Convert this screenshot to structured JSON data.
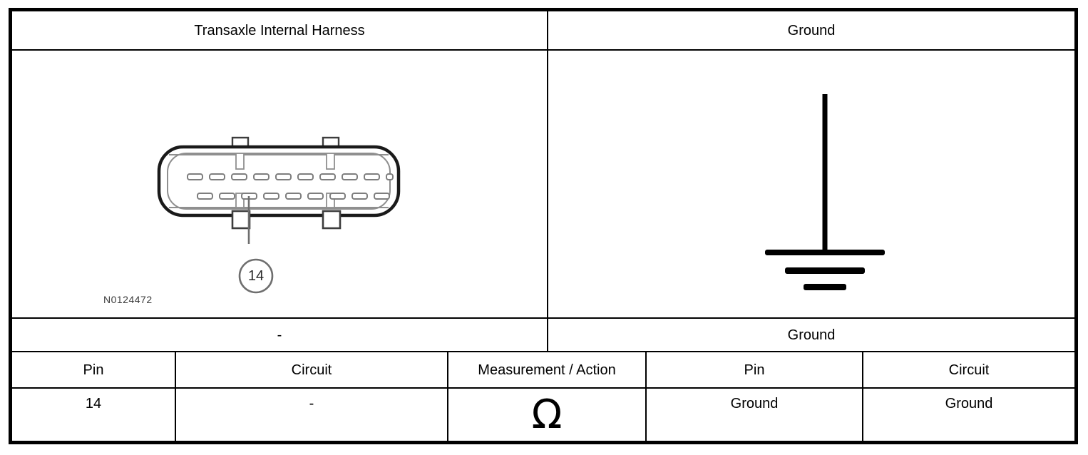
{
  "diagram": {
    "type": "wiring-continuity-test",
    "left_header": "Transaxle Internal Harness",
    "right_header": "Ground",
    "left_subheader": "-",
    "right_subheader": "Ground",
    "connector": {
      "part_number": "N0124472",
      "callout_pin": "14",
      "top_row_pin_count": 10,
      "bottom_row_pin_count": 9,
      "callout_target_index": 3
    },
    "ground_symbol": {
      "name": "earth-ground-symbol",
      "bars": 3
    }
  },
  "table": {
    "columns": [
      "Pin",
      "Circuit",
      "Measurement / Action",
      "Pin",
      "Circuit"
    ],
    "rows": [
      {
        "pin_left": "14",
        "circuit_left": "-",
        "measurement": "Ω",
        "pin_right": "Ground",
        "circuit_right": "Ground"
      }
    ]
  },
  "colors": {
    "frame": "#000000",
    "rule": "#000000",
    "shell_outer": "#1a1a1a",
    "shell_inner": "#8c8c8c",
    "pin": "#7a7a7a",
    "callout": "#6e6e6e",
    "background": "#ffffff"
  }
}
